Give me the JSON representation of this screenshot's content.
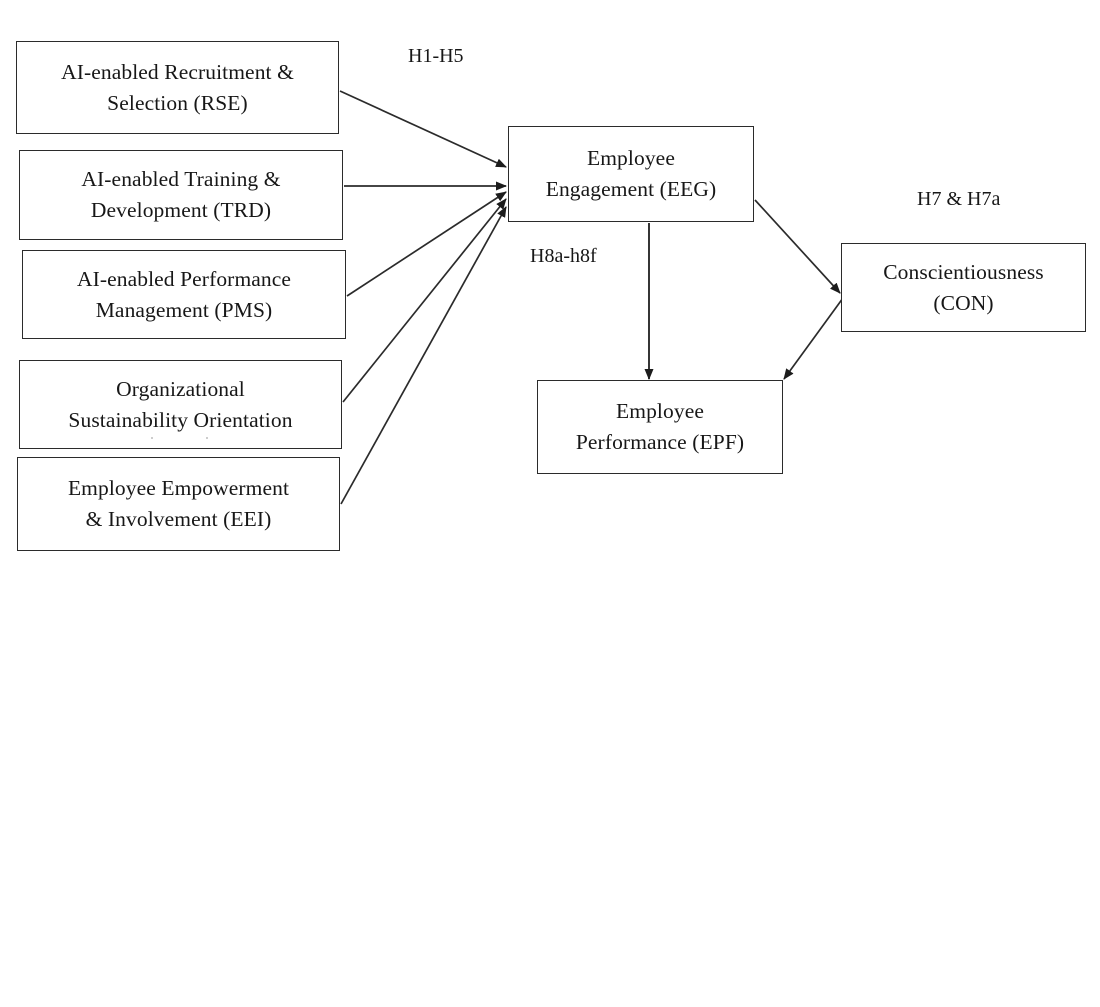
{
  "diagram": {
    "title": "AI-enabled HRM conceptual research framework",
    "type": "path-model",
    "background_color": "#ffffff",
    "line_color": "#2b2b2b",
    "text_color": "#171717",
    "nodes": [
      {
        "id": "rse",
        "label": "AI-enabled Recruitment &\nSelection (RSE)",
        "code": "RSE",
        "role": "independent-variable"
      },
      {
        "id": "trd",
        "label": "AI-enabled Training &\nDevelopment (TRD)",
        "code": "TRD",
        "role": "independent-variable"
      },
      {
        "id": "pms",
        "label": "AI-enabled Performance\nManagement (PMS)",
        "code": "PMS",
        "role": "independent-variable"
      },
      {
        "id": "oso",
        "label": "Organizational\nSustainability Orientation",
        "code": "OSO",
        "role": "independent-variable"
      },
      {
        "id": "eei",
        "label": "Employee Empowerment\n& Involvement (EEI)",
        "code": "EEI",
        "role": "independent-variable"
      },
      {
        "id": "eeg",
        "label": "Employee\nEngagement (EEG)",
        "code": "EEG",
        "role": "mediator"
      },
      {
        "id": "con",
        "label": "Conscientiousness\n(CON)",
        "code": "CON",
        "role": "moderator"
      },
      {
        "id": "epf",
        "label": "Employee\nPerformance (EPF)",
        "code": "EPF",
        "role": "dependent-variable"
      }
    ],
    "hypothesis_labels": [
      {
        "id": "h1h5",
        "text": "H1-H5",
        "relates_to": "independent-variables-to-engagement"
      },
      {
        "id": "h8",
        "text": "H8a-h8f",
        "relates_to": "engagement-to-performance"
      },
      {
        "id": "h7",
        "text": "H7 & H7a",
        "relates_to": "conscientiousness-paths"
      }
    ],
    "edges": [
      {
        "from": "rse",
        "to": "eeg",
        "style": "solid-arrow"
      },
      {
        "from": "trd",
        "to": "eeg",
        "style": "solid-arrow"
      },
      {
        "from": "pms",
        "to": "eeg",
        "style": "solid-arrow"
      },
      {
        "from": "oso",
        "to": "eeg",
        "style": "solid-arrow"
      },
      {
        "from": "eei",
        "to": "eeg",
        "style": "solid-arrow"
      },
      {
        "from": "eeg",
        "to": "epf",
        "style": "solid-arrow"
      },
      {
        "from": "eeg",
        "to": "con",
        "style": "solid-arrow"
      },
      {
        "from": "con",
        "to": "epf",
        "style": "solid-arrow"
      }
    ]
  }
}
